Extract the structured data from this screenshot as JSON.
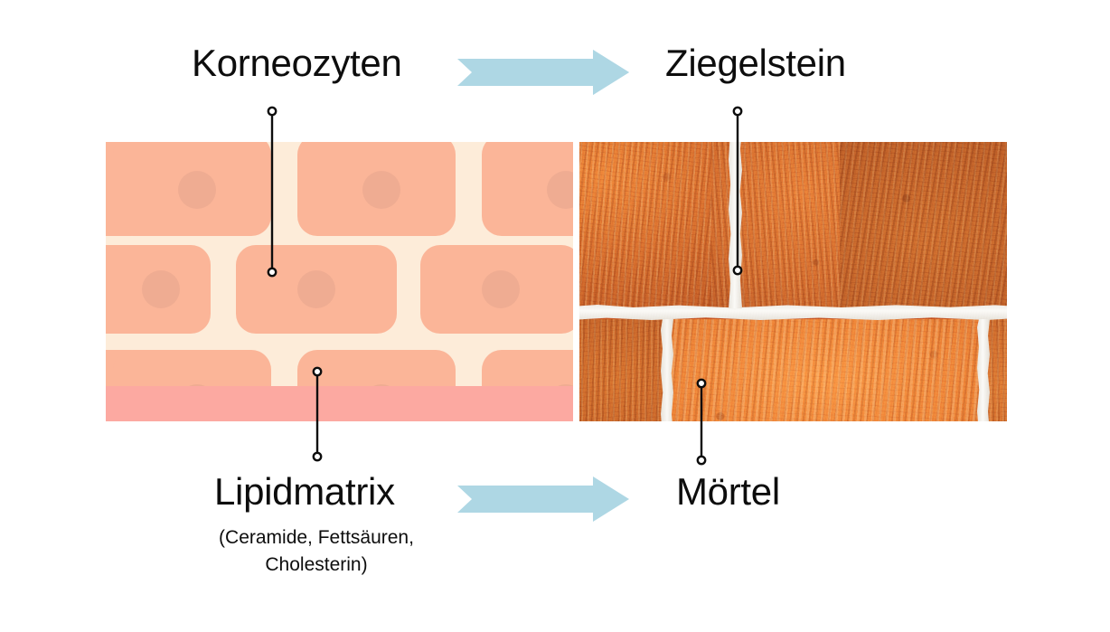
{
  "page": {
    "background": "#ffffff",
    "text_color": "#0d0d0d"
  },
  "labels": {
    "left_top": "Korneozyten",
    "right_top": "Ziegelstein",
    "left_bottom": "Lipidmatrix",
    "left_bottom_sub": "(Ceramide, Fettsäuren,\nCholesterin)",
    "right_bottom": "Mörtel"
  },
  "arrows": {
    "color": "#aed7e4",
    "top": {
      "name": "arrow-korneozyten-to-ziegelstein",
      "direction": "right"
    },
    "bottom": {
      "name": "arrow-lipidmatrix-to-moertel",
      "direction": "right"
    }
  },
  "panels": {
    "corneocytes": {
      "title": "Korneozyten-Lipid-Modell",
      "lipid_color": "#fdecd9",
      "cell_color": "#fbb598",
      "nucleus_color": "#efac92",
      "basal_color": "#fca9a1",
      "rows": 3,
      "cells_per_row": 4
    },
    "brickwall": {
      "title": "Ziegelmauer Foto",
      "brick_color": "#e0752c",
      "brick_dark": "#b85a28",
      "mortar_color": "#f4f2ee",
      "rows": 3
    }
  },
  "callouts": [
    {
      "name": "callout-korneozyten",
      "label": "Korneozyten",
      "target": "corneocyte-cell"
    },
    {
      "name": "callout-lipidmatrix",
      "label": "Lipidmatrix",
      "target": "lipid-gap"
    },
    {
      "name": "callout-ziegelstein",
      "label": "Ziegelstein",
      "target": "brick"
    },
    {
      "name": "callout-moertel",
      "label": "Mörtel",
      "target": "mortar-joint"
    }
  ]
}
